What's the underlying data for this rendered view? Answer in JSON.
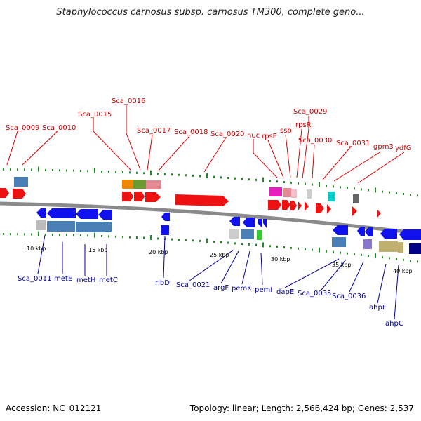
{
  "title": "Staphylococcus carnosus subsp. carnosus TM300, complete geno...",
  "footer": {
    "accession": "Accession: NC_012121",
    "summary": "Topology: linear; Length: 2,566,424 bp; Genes: 2,537"
  },
  "colors": {
    "forward": "#ee1111",
    "reverse": "#1111ee",
    "top_label": "#cc0000",
    "bottom_label": "#00009a",
    "backbone": "#888888",
    "tick": "#228b22"
  },
  "top_labels": [
    "Sca_0009",
    "Sca_0010",
    "Sca_0015",
    "Sca_0016",
    "Sca_0017",
    "Sca_0018",
    "Sca_0020",
    "nuc",
    "rpsF",
    "ssb",
    "rpsR",
    "Sca_0029",
    "Sca_0030",
    "Sca_0031",
    "gpm3",
    "ydfG"
  ],
  "bottom_labels": [
    "Sca_0011",
    "metE",
    "metH",
    "metC",
    "ribD",
    "Sca_0021",
    "argF",
    "pemK",
    "pemI",
    "dapE",
    "Sca_0035",
    "Sca_0036",
    "ahpF",
    "ahpC"
  ],
  "scale_ticks": [
    "10 kbp",
    "15 kbp",
    "20 kbp",
    "25 kbp",
    "30 kbp",
    "35 kbp",
    "40 kbp"
  ]
}
